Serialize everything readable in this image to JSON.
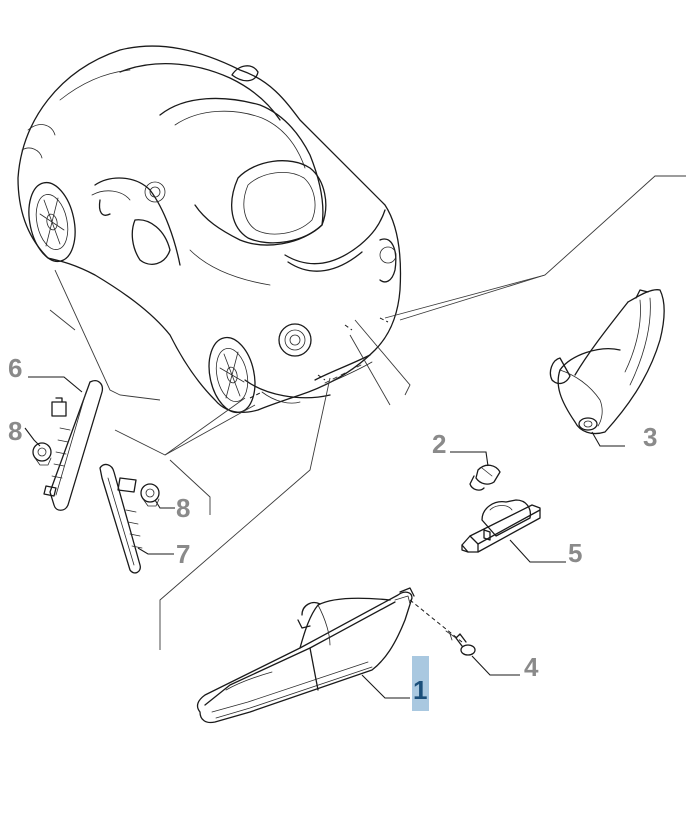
{
  "callouts": {
    "c1": "1",
    "c2": "2",
    "c3": "3",
    "c4": "4",
    "c5": "5",
    "c6": "6",
    "c7": "7",
    "c8a": "8",
    "c8b": "8"
  },
  "colors": {
    "callout_text": "#8a8a8a",
    "selected_highlight": "#a9c8e0",
    "selected_text": "#1b4f7a",
    "line": "#1a1a1a"
  },
  "selected_callout": "1"
}
